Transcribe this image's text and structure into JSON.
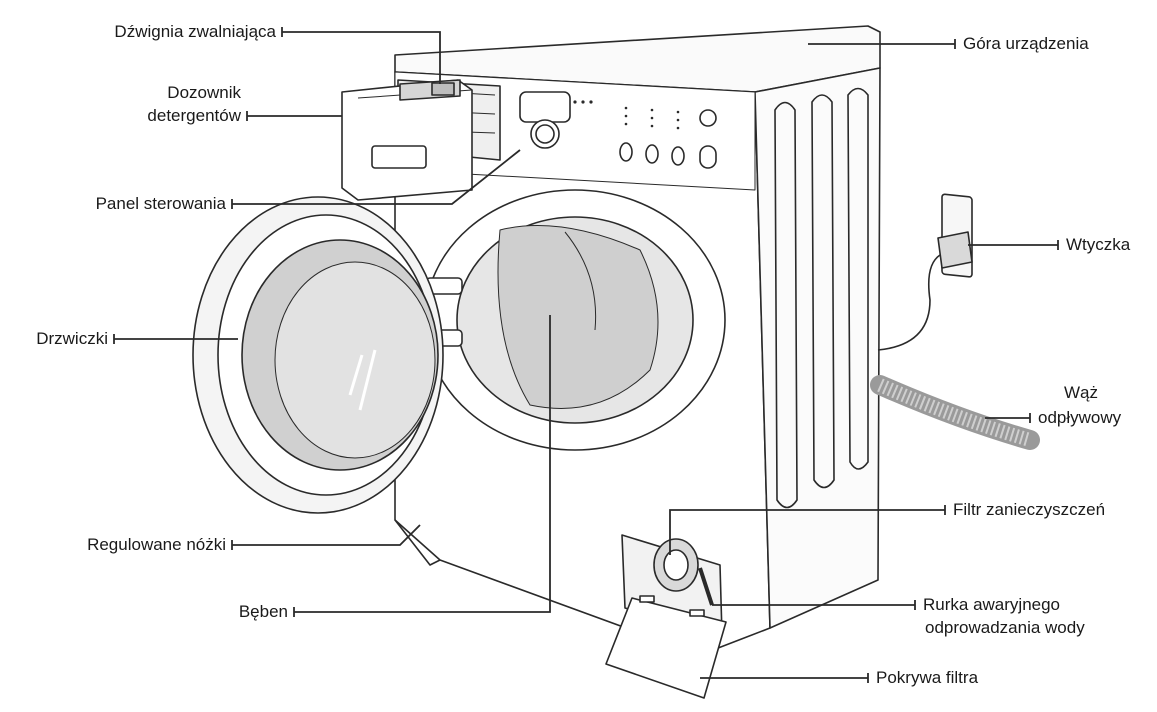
{
  "diagram": {
    "labels": {
      "dzwignia": "Dźwignia zwalniająca",
      "dozownik_1": "Dozownik",
      "dozownik_2": "detergentów",
      "panel": "Panel sterowania",
      "drzwiczki": "Drzwiczki",
      "nozki": "Regulowane nóżki",
      "beben": "Bęben",
      "gora": "Góra urządzenia",
      "wtyczka": "Wtyczka",
      "waz_1": "Wąż",
      "waz_2": "odpływowy",
      "filtr": "Filtr zanieczyszczeń",
      "rurka_1": "Rurka awaryjnego",
      "rurka_2": "odprowadzania wody",
      "pokrywa": "Pokrywa filtra"
    },
    "colors": {
      "line": "#2a2a2a",
      "body": "#ffffff",
      "shade": "#d9d9d9",
      "glass": "#cfcfcf",
      "text": "#1a1a1a"
    }
  }
}
